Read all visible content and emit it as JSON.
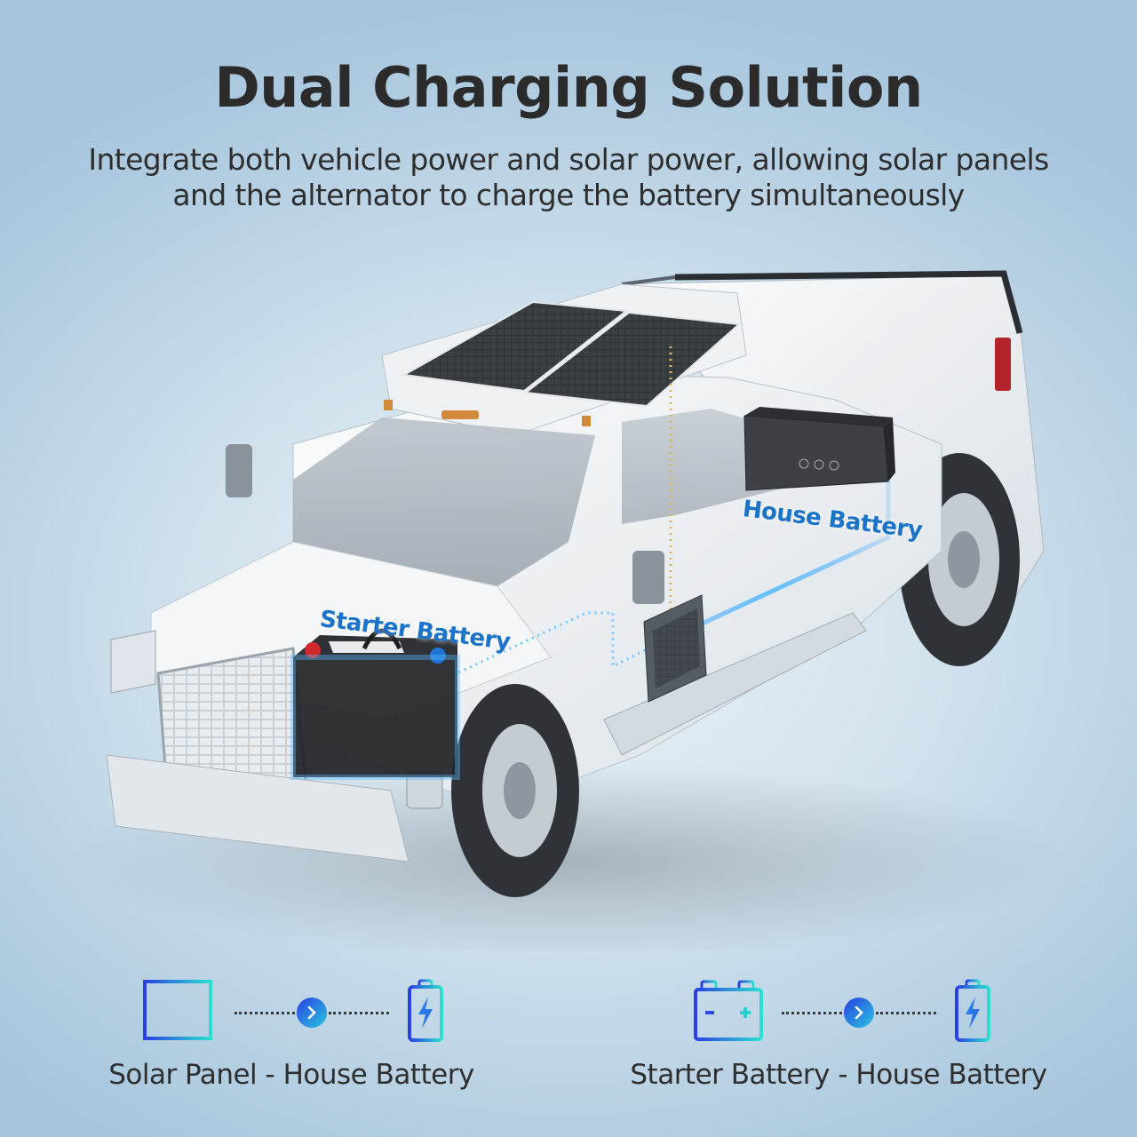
{
  "header": {
    "title": "Dual Charging Solution",
    "subtitle_line1": "Integrate both vehicle power and solar power, allowing solar panels",
    "subtitle_line2": "and the alternator to charge the battery simultaneously"
  },
  "illustration": {
    "subject": "white pickup truck with roof-mounted solar panels",
    "callouts": {
      "starter_battery": "Starter Battery",
      "house_battery": "House Battery"
    }
  },
  "flows": [
    {
      "source_icon": "solar-panel-icon",
      "arrow_icon": "chevron-right-icon",
      "target_icon": "charging-battery-icon",
      "label": "Solar Panel - House Battery"
    },
    {
      "source_icon": "car-battery-icon",
      "arrow_icon": "chevron-right-icon",
      "target_icon": "charging-battery-icon",
      "label": "Starter Battery - House Battery"
    }
  ],
  "colors": {
    "title_text": "#2b2b2b",
    "callout_blue": "#1a73c9",
    "icon_gradient_start": "#2a3fe0",
    "icon_gradient_end": "#28e0d0",
    "background_edge": "#a7c6dd",
    "background_center": "#e9f1f7"
  }
}
